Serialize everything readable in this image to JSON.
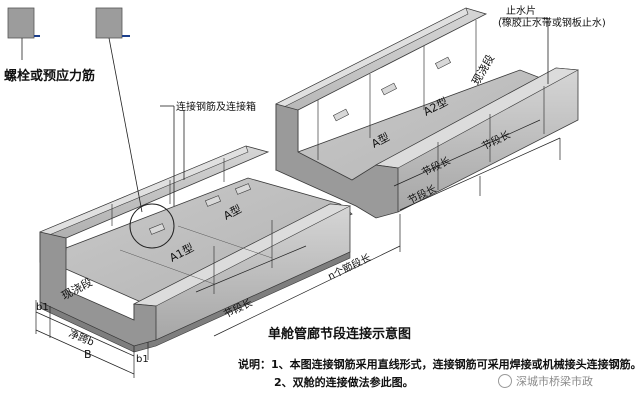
{
  "labels": {
    "bolt": "螺栓或预应力筋",
    "rebar_box": "连接钢筋及连接箱",
    "waterstop_title": "止水片",
    "waterstop_sub": "(橡胶止水带或钢板止水)",
    "cast_in_place_left": "现浇段",
    "cast_in_place_right": "现浇段",
    "type_a1": "A1型",
    "type_a_left": "A型",
    "type_a_mid": "A型",
    "type_a2": "A2型",
    "seg_len_1": "节段长",
    "seg_len_2": "节段长",
    "seg_len_3": "节段长",
    "seg_len_4": "节段长",
    "n_seg_len": "n个節段长",
    "dim_b1_left": "b1",
    "dim_b1_right": "b1",
    "dim_net_b": "净跨b",
    "dim_B": "B"
  },
  "caption": "单舱管廊节段连接示意图",
  "notes": {
    "line1": "说明：1、本图连接钢筋采用直线形式，连接钢筋可采用焊接或机械接头连接钢筋。",
    "line2": "2、双舱的连接做法参此图。"
  },
  "watermark": "深城市桥梁市政",
  "colors": {
    "concrete_top": "#cfcfcf",
    "concrete_side": "#a9a9a9",
    "concrete_dark": "#8c8c8c",
    "floor": "#bdbdbd",
    "stroke": "#3a3a3a"
  }
}
